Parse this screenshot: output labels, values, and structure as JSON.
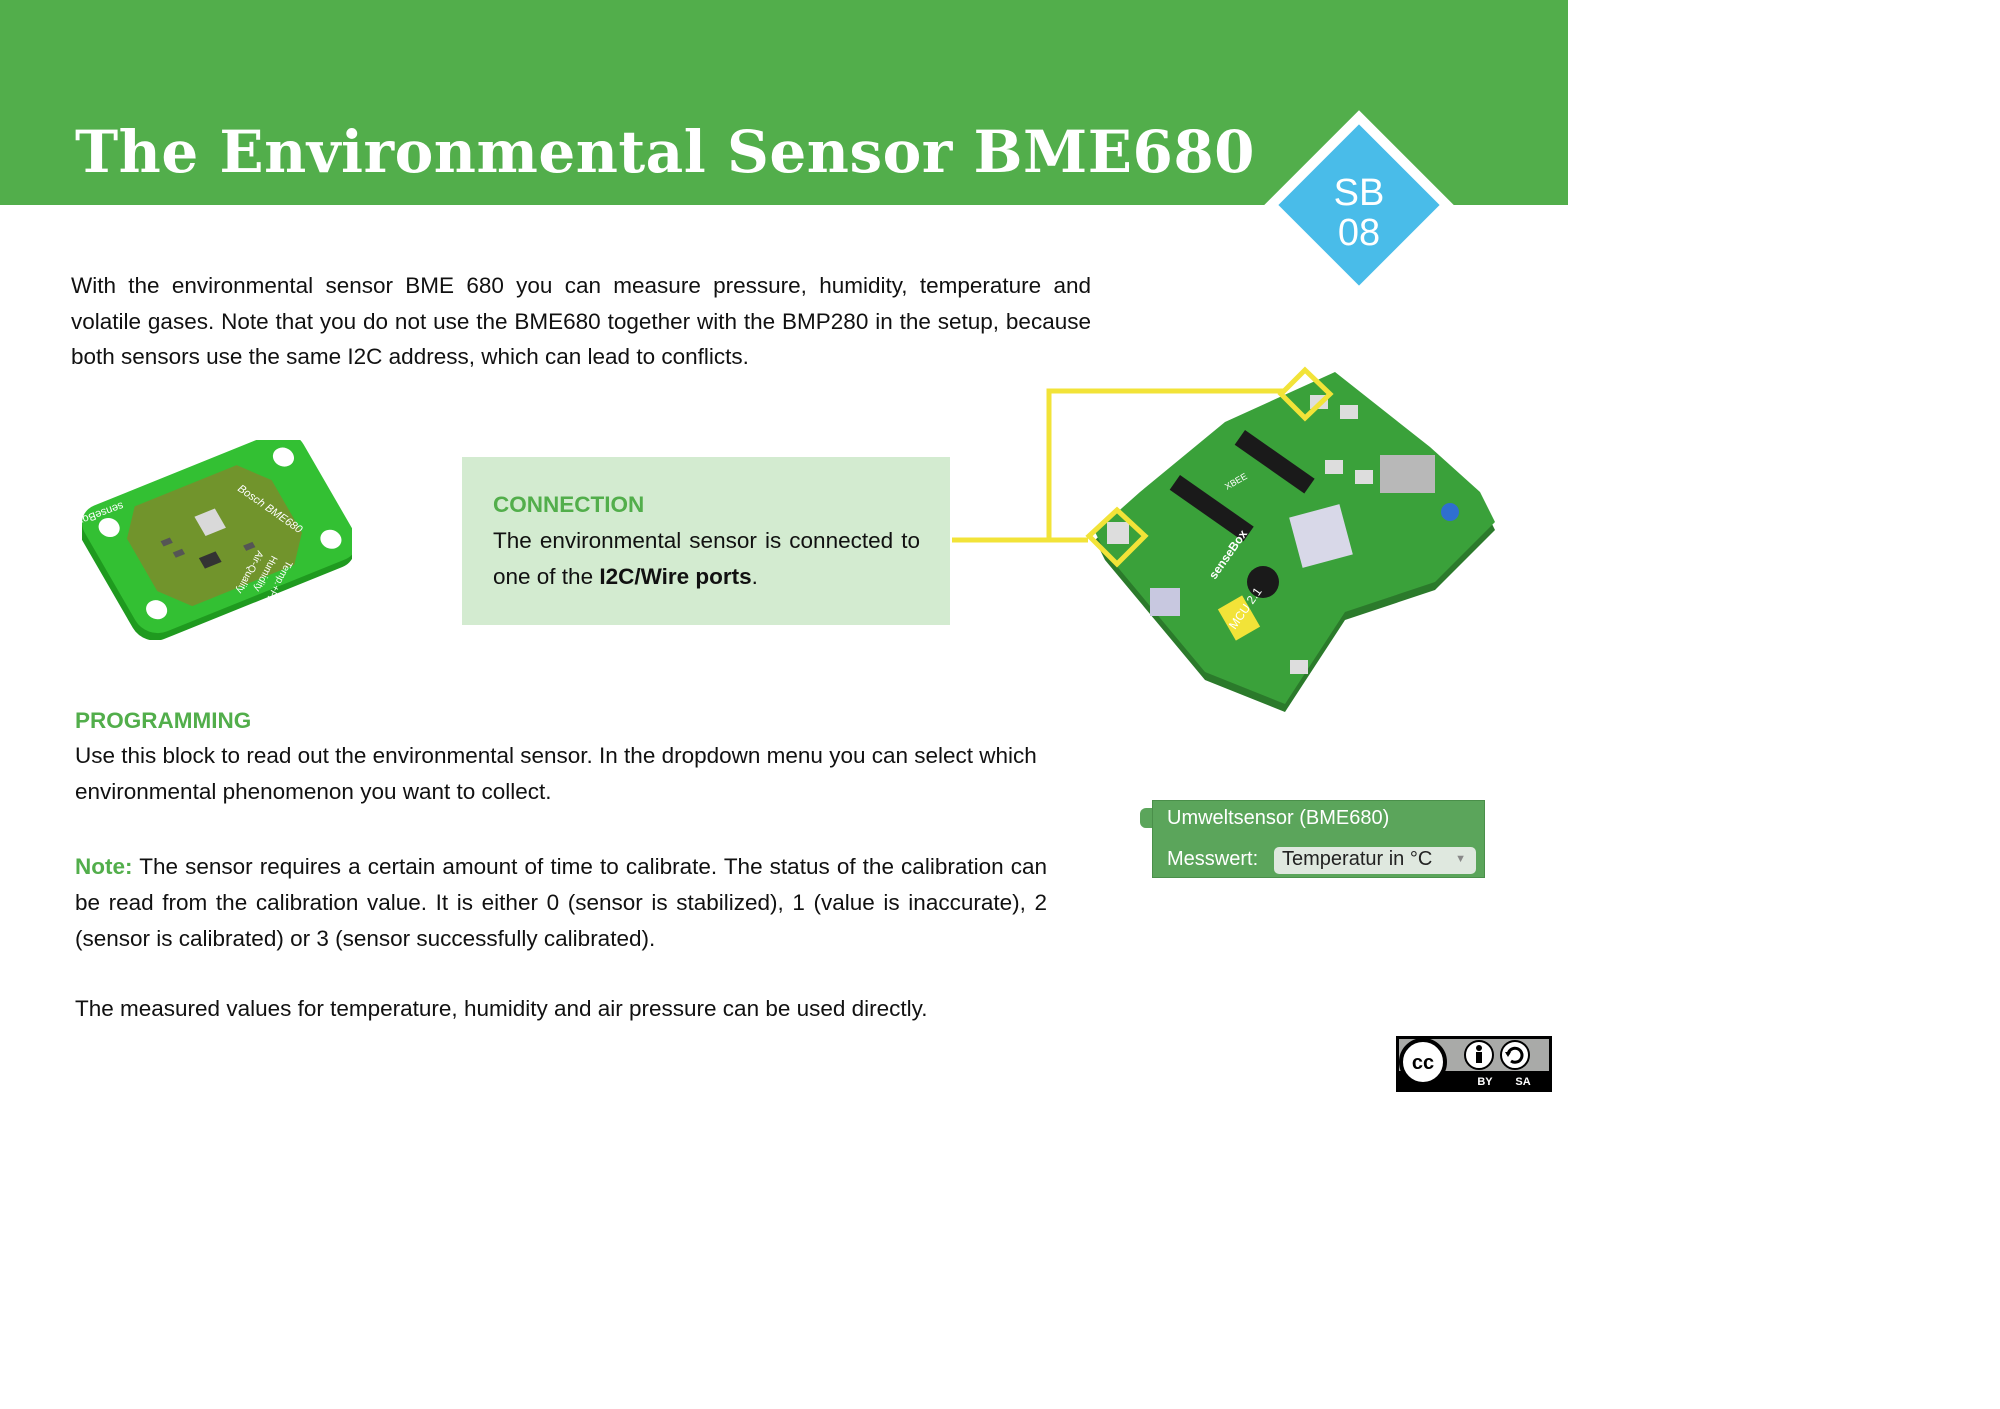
{
  "header": {
    "title": "The Environmental Sensor BME680",
    "badge": {
      "line1": "SB",
      "line2": "08"
    },
    "colors": {
      "header_green": "#52ae4b",
      "badge_blue": "#49bce9"
    }
  },
  "intro": "With the environmental sensor BME 680 you can measure pressure, humidity, temperature and volatile gases. Note that you do not use the BME680 together with the BMP280 in the setup, because both sensors use the same I2C address, which can lead to conflicts.",
  "sensor_board": {
    "labels": [
      "Bosch BME680",
      "senseBox",
      "Temp.+Pressure",
      "Humidity",
      "Air-Quality"
    ]
  },
  "connection": {
    "heading": "CONNECTION",
    "text_before": "The environmental sensor is connected to one of the ",
    "text_bold": "I2C/Wire ports",
    "text_after": ".",
    "box_color": "#d3ebd0",
    "wire_color": "#f2e338"
  },
  "mcu_board": {
    "labels": [
      "senseBox",
      "MCU 2.1",
      "XBEE"
    ]
  },
  "programming": {
    "heading": "PROGRAMMING",
    "text": "Use this block to read out the environmental sensor. In the dropdown menu you can select which environmental phenomenon you want to collect."
  },
  "note": {
    "label": "Note:",
    "text": " The sensor requires a certain amount of time to calibrate. The status of the calibration can be read from the calibration value. It is either 0 (sensor is stabilized), 1 (value is inaccurate), 2 (sensor is calibrated) or 3 (sensor successfully calibrated)."
  },
  "final_text": "The measured values for temperature, humidity and air pressure can be used directly.",
  "block": {
    "title": "Umweltsensor (BME680)",
    "field_label": "Messwert:",
    "dropdown_value": "Temperatur in °C",
    "color": "#5ba55b"
  },
  "license": {
    "cc": "cc",
    "by": "BY",
    "sa": "SA"
  }
}
